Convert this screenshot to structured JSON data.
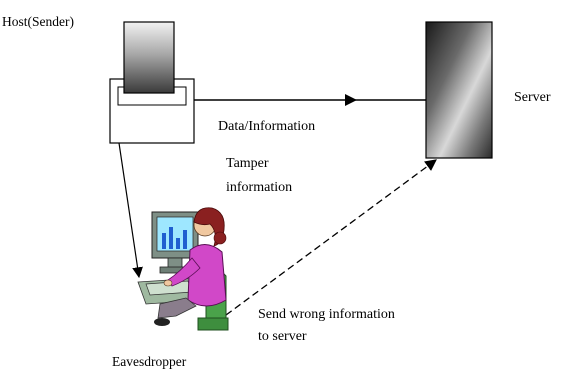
{
  "labels": {
    "host": "Host(Sender)",
    "data_information": "Data/Information",
    "server": "Server",
    "tamper_line1": "Tamper",
    "tamper_line2": "information",
    "send_wrong_line1": "Send wrong information",
    "send_wrong_line2": "to server",
    "eavesdropper": "Eavesdropper"
  },
  "icons": {
    "host": "printer-like-host-icon",
    "server": "server-box-icon",
    "eavesdropper": "person-at-computer-icon"
  },
  "arrows": [
    {
      "from": "host",
      "to": "server",
      "style": "solid"
    },
    {
      "from": "host",
      "to": "eavesdropper",
      "style": "solid"
    },
    {
      "from": "eavesdropper",
      "to": "server",
      "style": "dashed"
    }
  ]
}
